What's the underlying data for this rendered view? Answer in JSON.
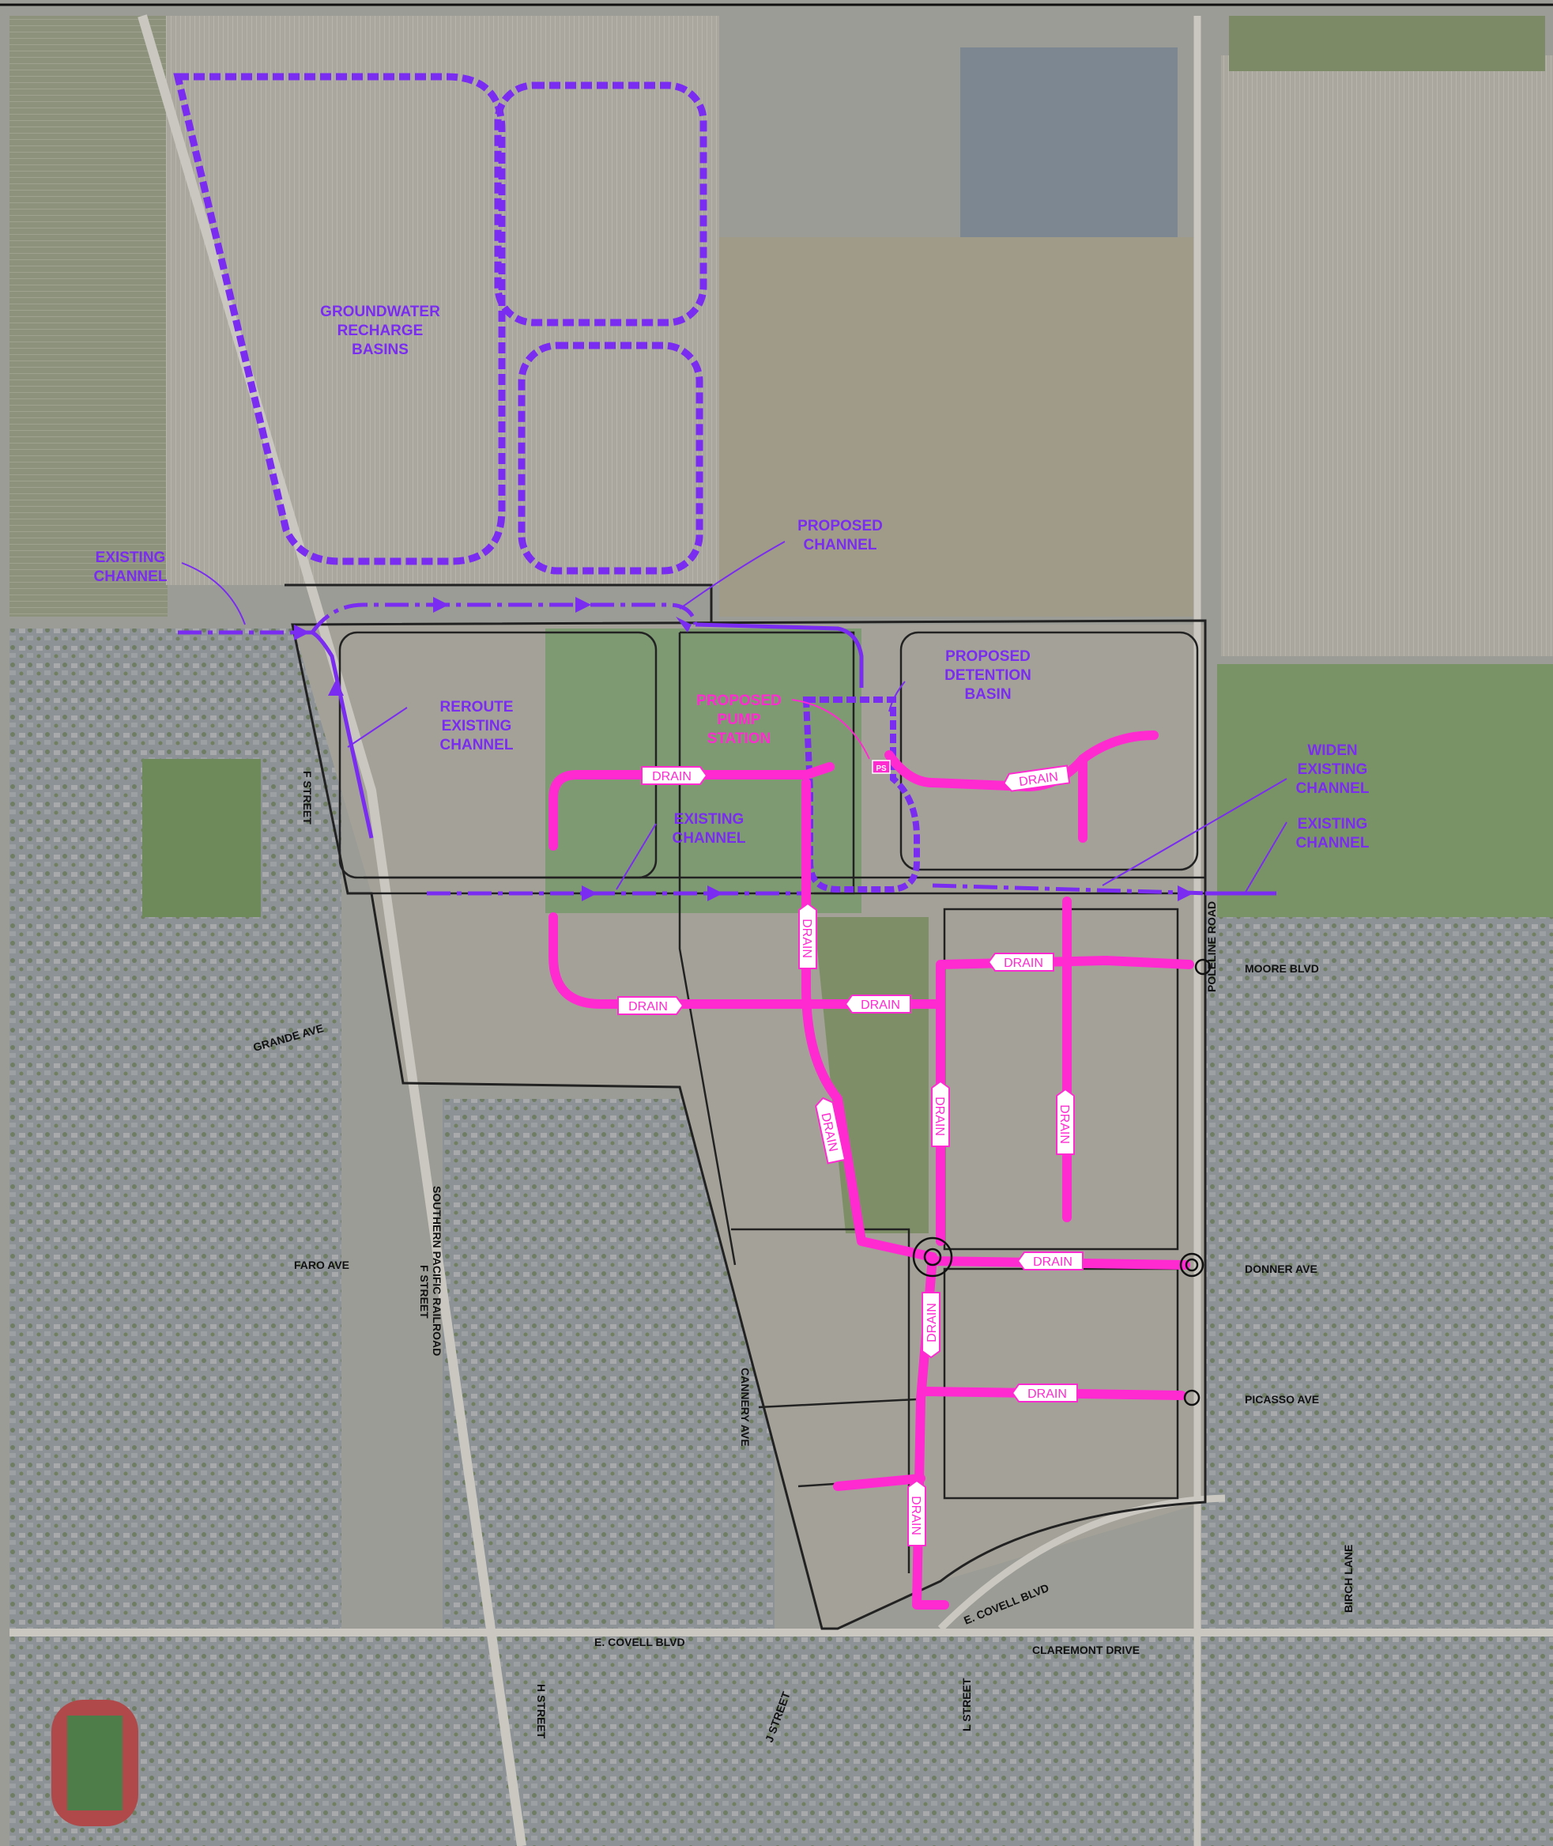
{
  "colors": {
    "purple": "#7a2cf0",
    "pink": "#ff2ad0",
    "field": "#a9a69c",
    "urban": "#8e949a",
    "green": "#7d9068",
    "boundary": "#222222"
  },
  "labels": {
    "groundwater": [
      "GROUNDWATER",
      "RECHARGE",
      "BASINS"
    ],
    "proposed_channel": [
      "PROPOSED",
      "CHANNEL"
    ],
    "existing_channel_west": [
      "EXISTING",
      "CHANNEL"
    ],
    "reroute": [
      "REROUTE",
      "EXISTING",
      "CHANNEL"
    ],
    "pump_station": [
      "PROPOSED",
      "PUMP",
      "STATION"
    ],
    "detention_basin": [
      "PROPOSED",
      "DETENTION",
      "BASIN"
    ],
    "widen": [
      "WIDEN",
      "EXISTING",
      "CHANNEL"
    ],
    "existing_channel_east": [
      "EXISTING",
      "CHANNEL"
    ],
    "existing_channel_center": [
      "EXISTING",
      "CHANNEL"
    ],
    "ps": "PS",
    "drain": "DRAIN"
  },
  "streets": {
    "f_street_north": "F STREET",
    "f_street_south": "F STREET",
    "railroad": "SOUTHERN PACIFIC RAILROAD",
    "grande": "GRANDE AVE",
    "faro": "FARO AVE",
    "cannery": "CANNERY AVE",
    "moore": "MOORE BLVD",
    "poleline": "POLELINE ROAD",
    "donner": "DONNER AVE",
    "picasso": "PICASSO AVE",
    "covell_west": "E. COVELL BLVD",
    "covell_east": "E. COVELL BLVD",
    "claremont": "CLAREMONT DRIVE",
    "birch": "BIRCH LANE",
    "h_street": "H STREET",
    "j_street": "J STREET",
    "l_street": "L STREET"
  }
}
